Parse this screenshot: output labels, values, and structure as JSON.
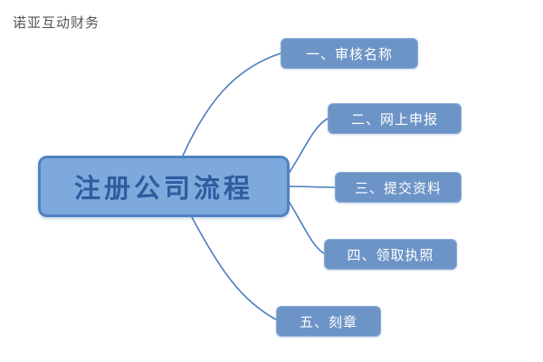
{
  "brand": "诺亚互动财务",
  "diagram": {
    "root": {
      "label": "注册公司流程"
    },
    "branches": [
      {
        "label": "一、审核名称"
      },
      {
        "label": "二、网上申报"
      },
      {
        "label": "三、提交资料"
      },
      {
        "label": "四、领取执照"
      },
      {
        "label": "五、刻章"
      }
    ]
  },
  "colors": {
    "accent": "#4a7ebb",
    "rootFill": "#7ea9dc",
    "rootBorder": "#4f83c4",
    "rootText": "#2d5d9f",
    "branchFill": "#6d94c6",
    "branchBorder": "#85a9d4",
    "branchText": "#ffffff",
    "brandText": "#555555"
  }
}
